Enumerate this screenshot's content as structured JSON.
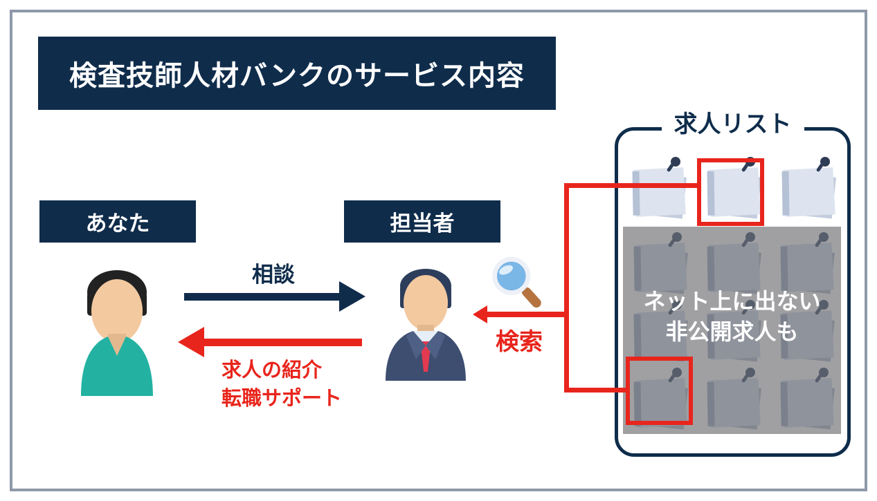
{
  "colors": {
    "navy": "#0f2c4b",
    "red": "#e8251c",
    "teal_shirt": "#23b2a2",
    "frame_border": "#8e9aa8",
    "overlay_gray": "#a0a0a3",
    "note_light": "#dde4ef",
    "note_gray": "#8f939c"
  },
  "title": {
    "text": "検査技師人材バンクのサービス内容"
  },
  "actors": {
    "you": {
      "label": "あなた",
      "icon": "person-teal-shirt-icon"
    },
    "agent": {
      "label": "担当者",
      "icon": "businessman-suit-icon"
    }
  },
  "flows": {
    "consult": {
      "label": "相談"
    },
    "job_intro": {
      "lines": [
        "求人の紹介",
        "転職サポート"
      ]
    },
    "search": {
      "label": "検索",
      "icon": "magnifier-icon"
    }
  },
  "job_list": {
    "title": "求人リスト",
    "visible_notes": 3,
    "hidden_notes": 9,
    "overlay_lines": [
      "ネット上に出ない",
      "非公開求人も"
    ]
  }
}
